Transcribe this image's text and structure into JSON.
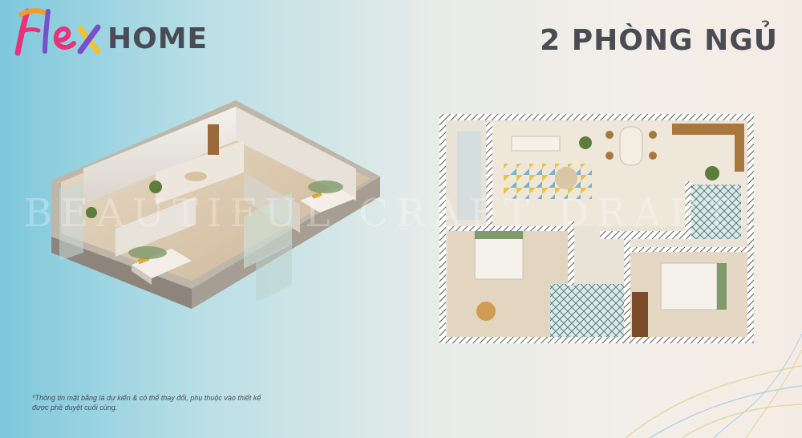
{
  "brand": {
    "logo_word": "FLEX",
    "home_label": "HOME",
    "logo_colors": [
      "#e8327a",
      "#f39a2b",
      "#7b4fc9",
      "#f2c230"
    ]
  },
  "page": {
    "title": "2 PHÒNG NGỦ"
  },
  "disclaimer": {
    "line1": "*Thông tin mặt bằng là dự kiến & có thể thay đổi, phụ thuộc vào thiết kế",
    "line2": "được phê duyệt cuối cùng."
  },
  "watermark": {
    "text": "BEAUTIFUL CRAFT DRAFT"
  },
  "images": {
    "iso_plan": "isometric-3d-floor-plan",
    "top_plan": "top-down-floor-plan"
  }
}
